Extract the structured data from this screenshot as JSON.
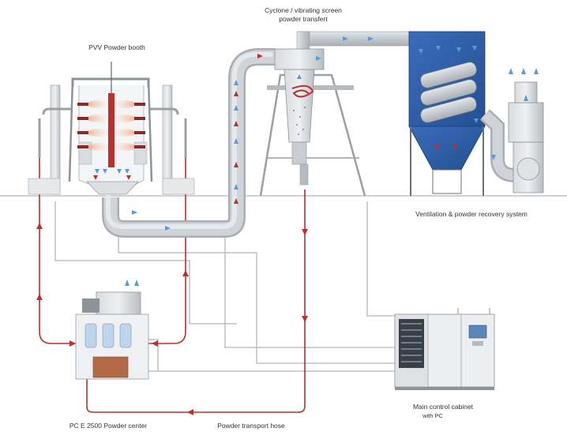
{
  "labels": {
    "booth": "PVV Powder booth",
    "cyclone_line1": "Cyclone / vibrating screen",
    "cyclone_line2": "powder transfert",
    "ventilation": "Ventilation & powder recovery system",
    "powder_center": "PC E 2500 Powder center",
    "transport_hose": "Powder transport hose",
    "cabinet_line1": "Main control cabinet",
    "cabinet_line2": "with PC"
  },
  "colors": {
    "powder_line": "#b8312f",
    "arrow_blue": "#5b9bd5",
    "duct": "#c9cdd2",
    "filter_housing": "#2f5fa8",
    "control_line": "#aaaaaa"
  }
}
